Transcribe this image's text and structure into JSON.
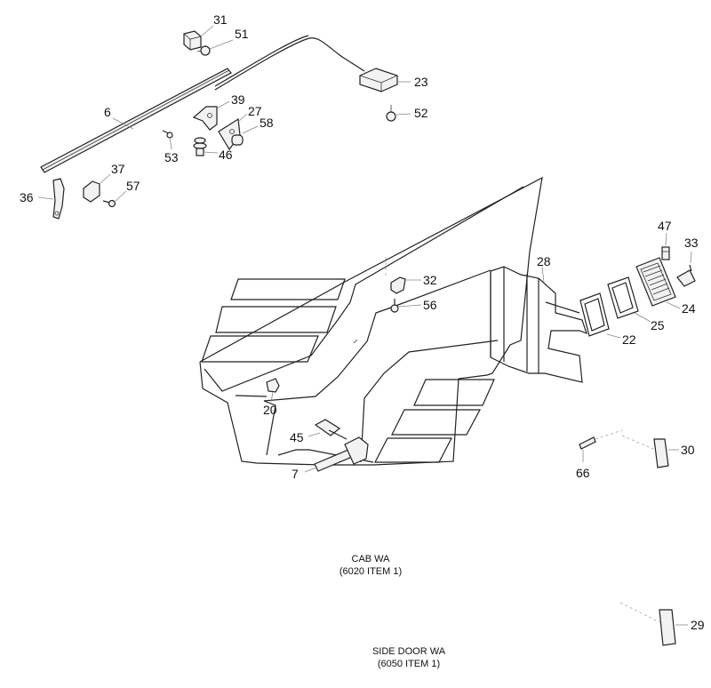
{
  "callouts": {
    "c31": "31",
    "c51": "51",
    "c23": "23",
    "c52": "52",
    "c6": "6",
    "c39": "39",
    "c27": "27",
    "c58": "58",
    "c53": "53",
    "c46": "46",
    "c37": "37",
    "c57": "57",
    "c36": "36",
    "c28": "28",
    "c47": "47",
    "c33": "33",
    "c32": "32",
    "c56": "56",
    "c22": "22",
    "c25": "25",
    "c24": "24",
    "c20": "20",
    "c45": "45",
    "c7": "7",
    "c30": "30",
    "c66": "66",
    "c29": "29"
  },
  "captions": {
    "cab_line1": "CAB WA",
    "cab_line2": "(6020 ITEM 1)",
    "door_line1": "SIDE DOOR WA",
    "door_line2": "(6050 ITEM 1)"
  }
}
